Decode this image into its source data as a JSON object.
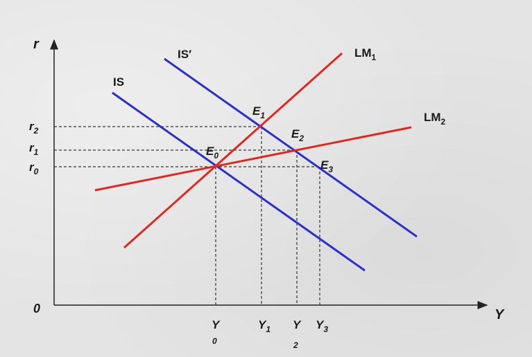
{
  "axes": {
    "y_label": "r",
    "x_label": "Y",
    "origin": "0"
  },
  "curves": {
    "is": {
      "label": "IS"
    },
    "is_prime": {
      "label": "IS′"
    },
    "lm1": {
      "label": "LM",
      "sub": "1"
    },
    "lm2": {
      "label": "LM",
      "sub": "2"
    }
  },
  "points": {
    "e0": {
      "label": "E",
      "sub": "0"
    },
    "e1": {
      "label": "E",
      "sub": "1"
    },
    "e2": {
      "label": "E",
      "sub": "2"
    },
    "e3": {
      "label": "E",
      "sub": "3"
    }
  },
  "r_ticks": {
    "r2": {
      "label": "r",
      "sub": "2"
    },
    "r1": {
      "label": "r",
      "sub": "1"
    },
    "r0": {
      "label": "r",
      "sub": "0"
    }
  },
  "y_ticks": {
    "y0": {
      "label": "Y",
      "sub": "0"
    },
    "y1": {
      "label": "Y",
      "sub": "1"
    },
    "y2": {
      "label": "Y",
      "sub": "2"
    },
    "y3": {
      "label": "Y",
      "sub": "3"
    }
  },
  "colors": {
    "is_curves": "#2a2fd0",
    "lm_curves": "#e0281e",
    "axes": "#222222",
    "guides": "#333333"
  }
}
